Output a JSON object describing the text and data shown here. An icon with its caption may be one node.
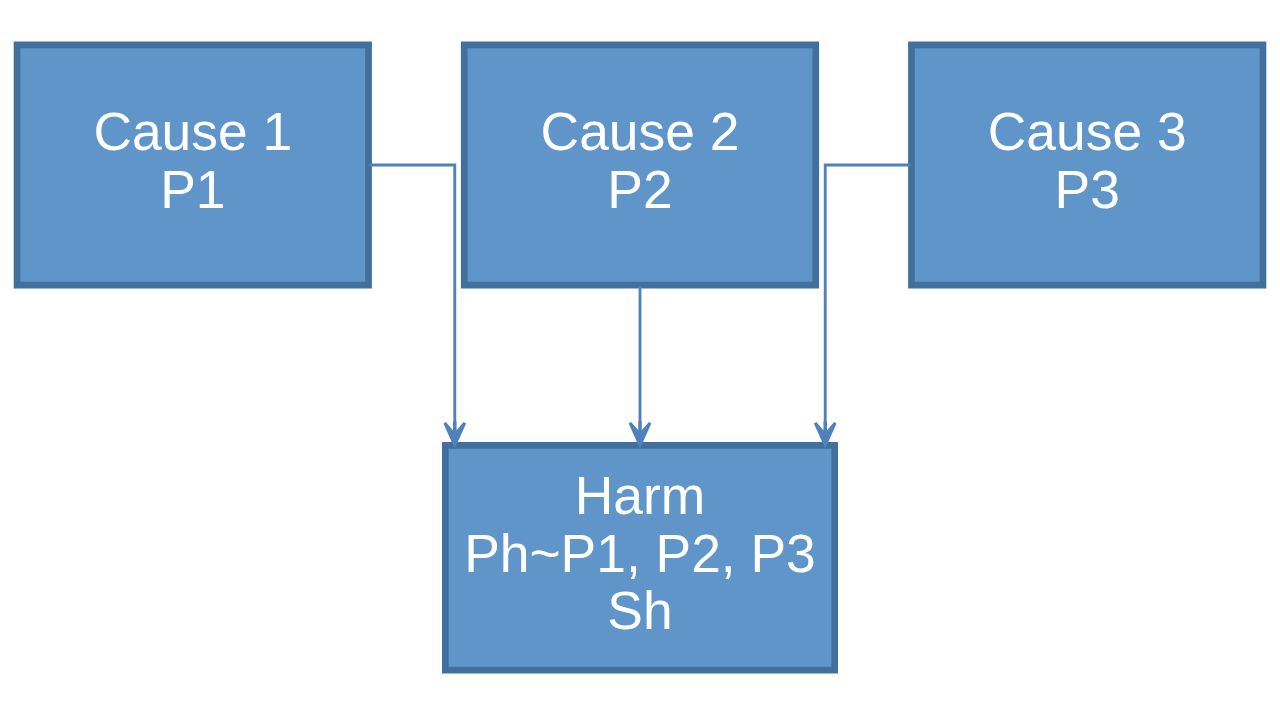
{
  "diagram": {
    "nodes": [
      {
        "text": [
          "Cause 1",
          "P1"
        ]
      },
      {
        "text": [
          "Cause 2",
          "P2"
        ]
      },
      {
        "text": [
          "Cause 3",
          "P3"
        ]
      },
      {
        "text": [
          "Harm",
          "Ph~P1, P2, P3",
          "Sh"
        ]
      }
    ],
    "edges": [
      {
        "from": 0,
        "to": 3,
        "arrow": "to"
      },
      {
        "from": 1,
        "to": 3,
        "arrow": "to"
      },
      {
        "from": 2,
        "to": 3,
        "arrow": "to"
      }
    ]
  }
}
